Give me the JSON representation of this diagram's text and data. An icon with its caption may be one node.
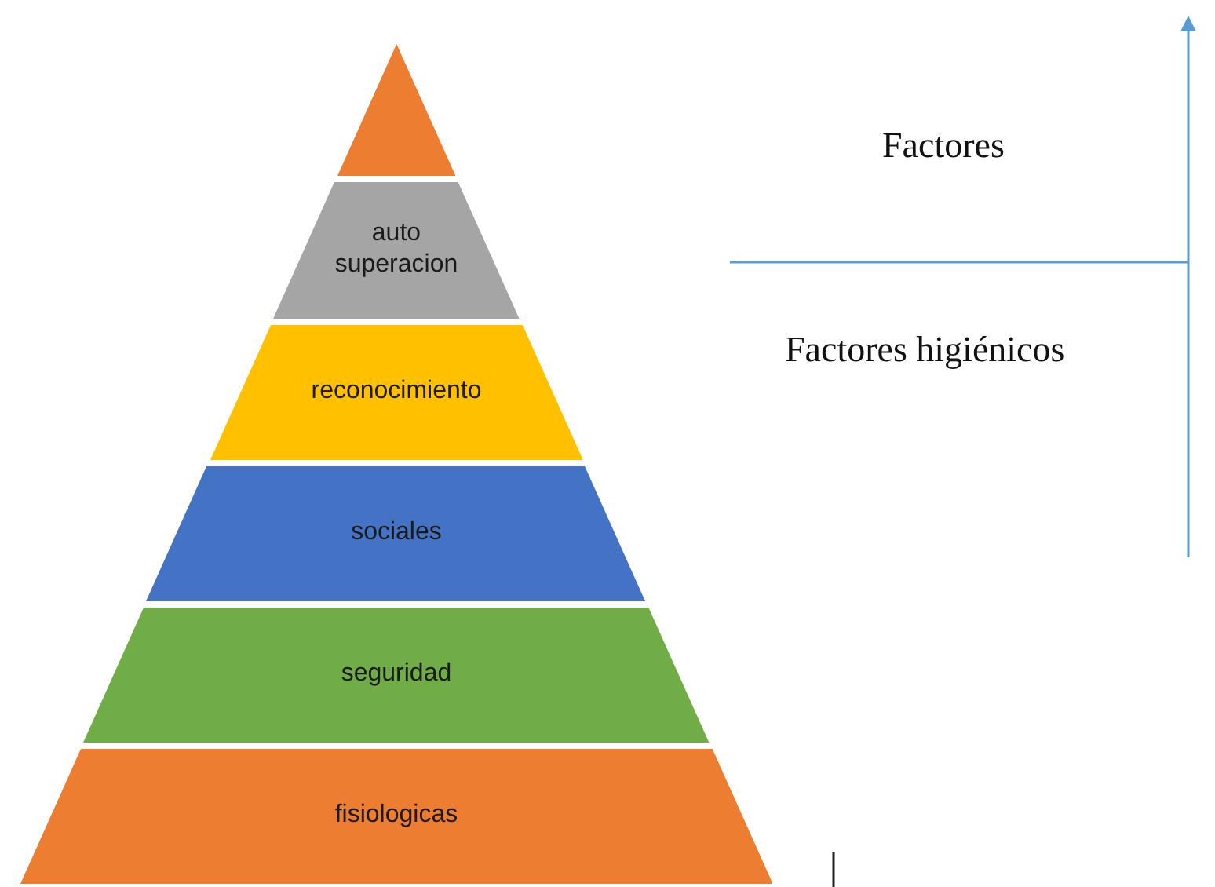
{
  "diagram": {
    "nodes": [
      {
        "text": [],
        "shape": "triangle"
      },
      {
        "text": [
          "auto superacion"
        ]
      },
      {
        "text": [
          "reconocimiento"
        ]
      },
      {
        "text": [
          "sociales"
        ]
      },
      {
        "text": [
          "seguridad"
        ]
      },
      {
        "text": [
          "fisiologicas"
        ]
      }
    ],
    "labels": [
      "Factores",
      "Factores higiénicos"
    ]
  }
}
